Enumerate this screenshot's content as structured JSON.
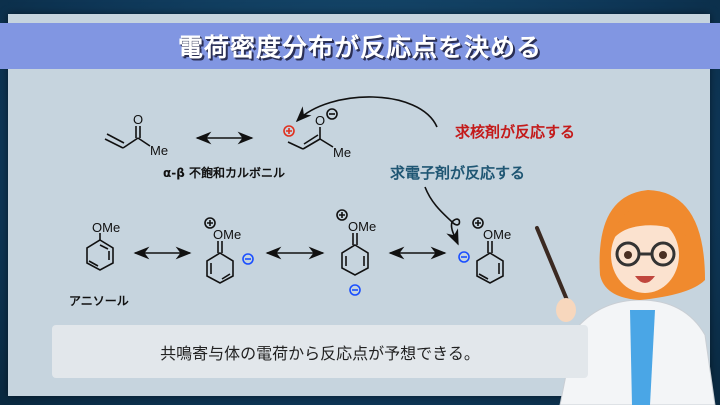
{
  "title": "電荷密度分布が反応点を決める",
  "labels": {
    "nucleophile": "求核剤が反応する",
    "electrophile": "求電子剤が反応する",
    "alpha_beta": "α-β 不飽和カルボニル",
    "anisole": "アニソール"
  },
  "atoms": {
    "o": "O",
    "me": "Me",
    "ome": "OMe"
  },
  "caption": "共鳴寄与体の電荷から反応点が予想できる。",
  "colors": {
    "positive_charge_red": "#e0301e",
    "negative_charge_blue": "#1a4fff",
    "nucleophile_text": "#c41a1a",
    "electrophile_text": "#1f5673",
    "title_bar": "#8196e2"
  }
}
